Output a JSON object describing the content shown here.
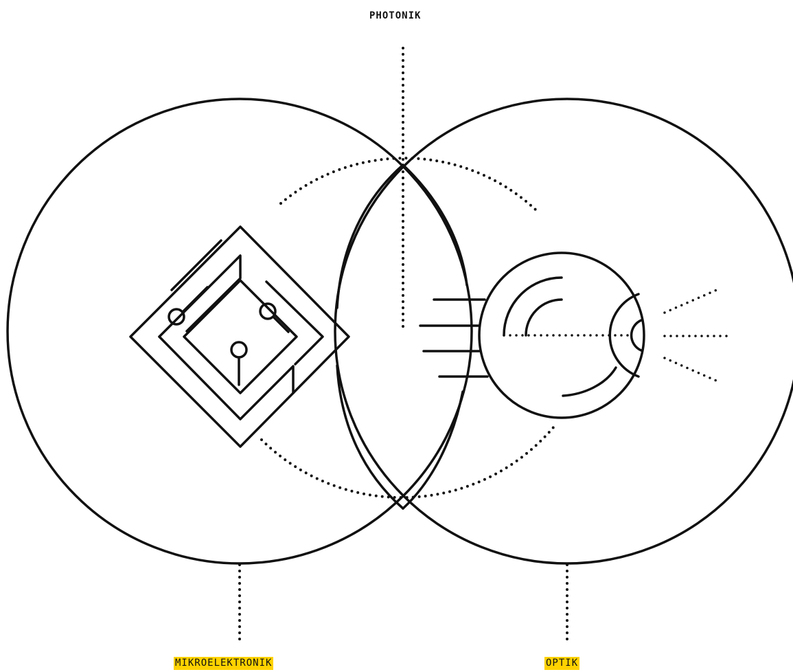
{
  "labels": {
    "top": "PHOTONIK",
    "left": "MIKROELEKTRONIK",
    "right": "OPTIK"
  },
  "colors": {
    "line": "#111111",
    "highlight": "#ffd200",
    "background": "#ffffff"
  },
  "icons": {
    "left_circle_icon": "circuit-chip-icon",
    "right_circle_icon": "eye-icon"
  }
}
